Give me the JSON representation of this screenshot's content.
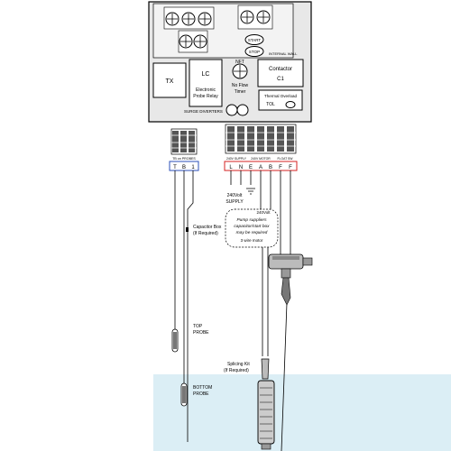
{
  "panel": {
    "tx": "TX",
    "lc": "LC",
    "lc_sub1": "Electronic",
    "lc_sub2": "Probe Relay",
    "nft": "NFT",
    "nft_sub1": "No Flow",
    "nft_sub2": "Timer",
    "contactor1": "Contactor",
    "contactor2": "C1",
    "internal_wall": "INTERNAL WALL",
    "thermal_overload": "Thermal Overload",
    "tol": "TOL",
    "start": "START",
    "stop": "STOP",
    "surge": "SURGE DIVERTERS"
  },
  "probe_terminals": {
    "header": "TB on PROBES",
    "labels": [
      "T",
      "B",
      "1"
    ]
  },
  "main_terminals": {
    "header_supply": "240V SUPPLY",
    "header_motor": "240V MOTOR",
    "header_run": "FLOAT SW",
    "labels": [
      "L",
      "N",
      "E",
      "A",
      "B",
      "F",
      "F"
    ]
  },
  "supply": {
    "line1": "240Volt",
    "line2": "SUPPLY"
  },
  "capacitor": {
    "line1": "Capacitor Box",
    "line2": "(If Required)"
  },
  "pump_note": {
    "volt": "240Volt",
    "line1": "Pump suppliers",
    "line2": "capacitor/start box",
    "line3": "may be required",
    "line4": "3 wire motor"
  },
  "probes": {
    "top1": "TOP",
    "top2": "PROBE",
    "bottom1": "BOTTOM",
    "bottom2": "PROBE"
  },
  "splicing": {
    "line1": "Splicing Kit",
    "line2": "(If Required)"
  },
  "colors": {
    "water": "#dbeef5",
    "probe_terminal_accent": "#2b4fb8",
    "main_terminal_accent": "#d42020",
    "panel_fill": "#e8e8e8",
    "line": "#000000"
  }
}
